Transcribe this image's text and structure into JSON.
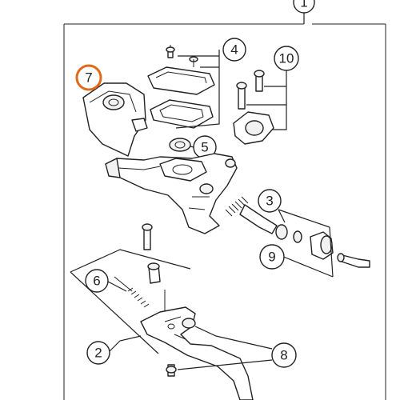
{
  "callouts": {
    "c1": "1",
    "c2": "2",
    "c3": "3",
    "c4": "4",
    "c5": "5",
    "c6": "6",
    "c7": "7",
    "c8": "8",
    "c9": "9",
    "c10": "10"
  },
  "colors": {
    "highlight": "#e06a1b",
    "line": "#222222"
  }
}
